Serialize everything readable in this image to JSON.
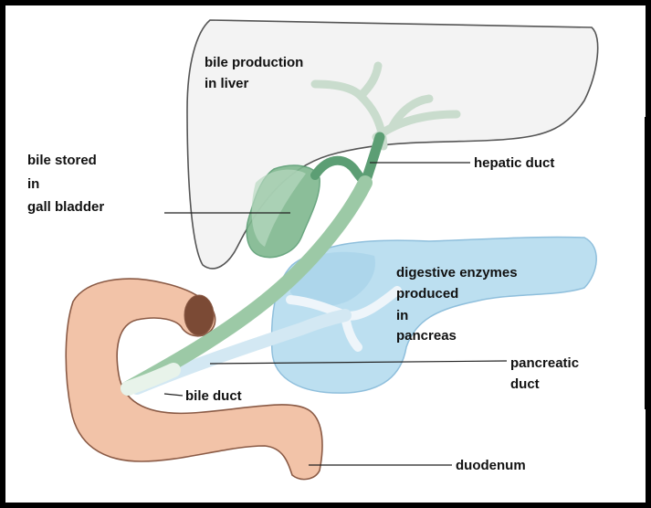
{
  "labels": {
    "bile_production": [
      "bile production",
      "in liver"
    ],
    "bile_stored": [
      "bile stored",
      "in",
      "gall bladder"
    ],
    "hepatic_duct": "hepatic duct",
    "digestive_enzymes": [
      "digestive enzymes",
      "produced",
      "in",
      "pancreas"
    ],
    "pancreatic_duct": [
      "pancreatic",
      "duct"
    ],
    "bile_duct": "bile duct",
    "duodenum": "duodenum"
  },
  "colors": {
    "liver_fill": "#f2f2f2",
    "liver_stroke": "#555555",
    "bile_green": "#5c9e74",
    "bile_green_light": "#b8d9c1",
    "gall_bladder": "#7fb88f",
    "pancreas": "#b7dcef",
    "pancreas_dark": "#9fcbe6",
    "duct_light": "#e6f2f8",
    "duodenum": "#f2c2a6",
    "duodenum_stroke": "#8a5a45",
    "leader": "#222222"
  }
}
